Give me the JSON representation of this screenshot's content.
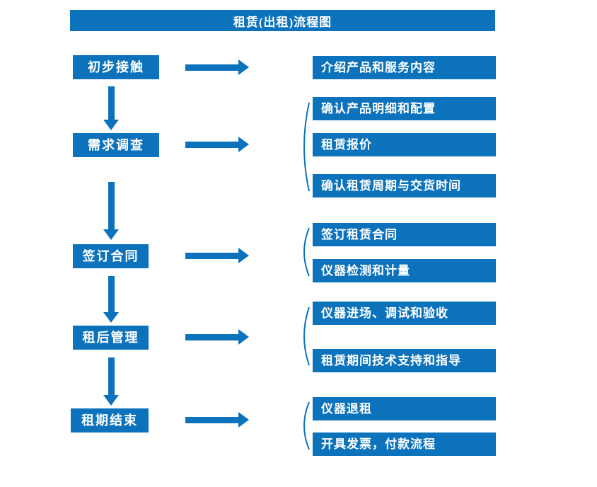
{
  "title": "租赁(出租)流程图",
  "colors": {
    "primary": "#0D72BC",
    "text_on_primary": "#FFFFFF",
    "background": "#FFFFFF"
  },
  "stages": [
    {
      "label": "初步接触",
      "details": [
        "介绍产品和服务内容"
      ]
    },
    {
      "label": "需求调查",
      "details": [
        "确认产品明细和配置",
        "租赁报价",
        "确认租赁周期与交货时间"
      ]
    },
    {
      "label": "签订合同",
      "details": [
        "签订租赁合同",
        "仪器检测和计量"
      ]
    },
    {
      "label": "租后管理",
      "details": [
        "仪器进场、调试和验收",
        "租赁期间技术支持和指导"
      ]
    },
    {
      "label": "租期结束",
      "details": [
        "仪器退租",
        "开具发票，付款流程"
      ]
    }
  ]
}
